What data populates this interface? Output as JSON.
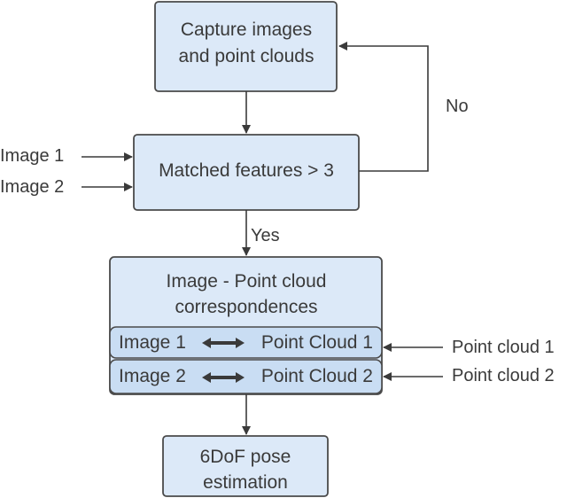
{
  "diagram": {
    "capture_box": {
      "line1": "Capture images",
      "line2": "and point clouds"
    },
    "match_box": {
      "label": "Matched features > 3"
    },
    "no_label": "No",
    "yes_label": "Yes",
    "input_image1": "Image 1",
    "input_image2": "Image 2",
    "corr_box": {
      "line1": "Image - Point cloud",
      "line2": "correspondences",
      "row1_left": "Image 1",
      "row1_right": "Point Cloud 1",
      "row2_left": "Image 2",
      "row2_right": "Point Cloud 2"
    },
    "input_pc1": "Point cloud 1",
    "input_pc2": "Point cloud 2",
    "pose_box": {
      "line1": "6DoF pose",
      "line2": "estimation"
    }
  },
  "colors": {
    "box_fill": "#dce9f8",
    "box_stroke": "#4a4a4a",
    "inner_row_fill": "#c9ddf3",
    "arrow": "#3a3a3a",
    "text": "#3a3a3a"
  }
}
